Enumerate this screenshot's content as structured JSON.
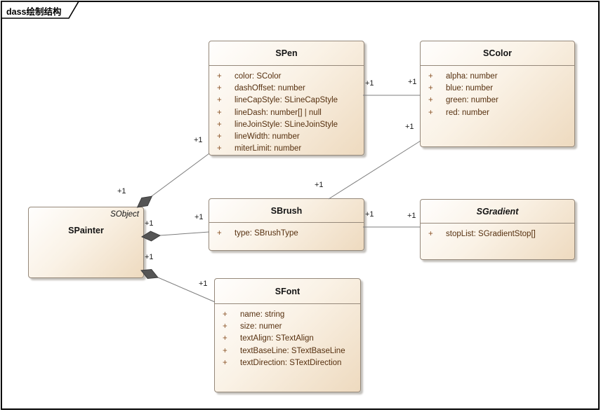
{
  "frame": {
    "title": "dass绘制结构"
  },
  "classes": {
    "spainter": {
      "name": "SPainter",
      "stereotype": "SObject"
    },
    "spen": {
      "name": "SPen",
      "attributes": [
        {
          "vis": "+",
          "text": "color: SColor"
        },
        {
          "vis": "+",
          "text": "dashOffset: number"
        },
        {
          "vis": "+",
          "text": "lineCapStyle: SLineCapStyle"
        },
        {
          "vis": "+",
          "text": "lineDash: number[] | null"
        },
        {
          "vis": "+",
          "text": "lineJoinStyle: SLineJoinStyle"
        },
        {
          "vis": "+",
          "text": "lineWidth: number"
        },
        {
          "vis": "+",
          "text": "miterLimit: number"
        }
      ]
    },
    "scolor": {
      "name": "SColor",
      "attributes": [
        {
          "vis": "+",
          "text": "alpha: number"
        },
        {
          "vis": "+",
          "text": "blue: number"
        },
        {
          "vis": "+",
          "text": "green: number"
        },
        {
          "vis": "+",
          "text": "red: number"
        }
      ]
    },
    "sbrush": {
      "name": "SBrush",
      "attributes": [
        {
          "vis": "+",
          "text": "type: SBrushType"
        }
      ]
    },
    "sgradient": {
      "name": "SGradient",
      "abstract": true,
      "attributes": [
        {
          "vis": "+",
          "text": "stopList: SGradientStop[]"
        }
      ]
    },
    "sfont": {
      "name": "SFont",
      "attributes": [
        {
          "vis": "+",
          "text": "name: string"
        },
        {
          "vis": "+",
          "text": "size: numer"
        },
        {
          "vis": "+",
          "text": "textAlign: STextAlign"
        },
        {
          "vis": "+",
          "text": "textBaseLine: STextBaseLine"
        },
        {
          "vis": "+",
          "text": "textDirection: STextDirection"
        }
      ]
    }
  },
  "connectors": [
    {
      "from": "SPainter",
      "to": "SPen",
      "type": "composition",
      "from_label": "+1",
      "to_label": "+1"
    },
    {
      "from": "SPainter",
      "to": "SBrush",
      "type": "composition",
      "from_label": "+1",
      "to_label": "+1"
    },
    {
      "from": "SPainter",
      "to": "SFont",
      "type": "composition",
      "from_label": "+1",
      "to_label": "+1"
    },
    {
      "from": "SPen",
      "to": "SColor",
      "type": "association",
      "from_label": "+1",
      "to_label": "+1"
    },
    {
      "from": "SBrush",
      "to": "SColor",
      "type": "association",
      "from_label": "+1",
      "to_label": "+1"
    },
    {
      "from": "SBrush",
      "to": "SGradient",
      "type": "association",
      "from_label": "+1",
      "to_label": "+1"
    }
  ],
  "colors": {
    "box_border": "#95887a",
    "box_fill_light": "#fffefd",
    "box_fill_dark": "#eedabf",
    "attribute_text": "#56300f",
    "connector_line": "#7d7d7d",
    "diamond_fill": "#555555",
    "frame_border": "#000000"
  }
}
